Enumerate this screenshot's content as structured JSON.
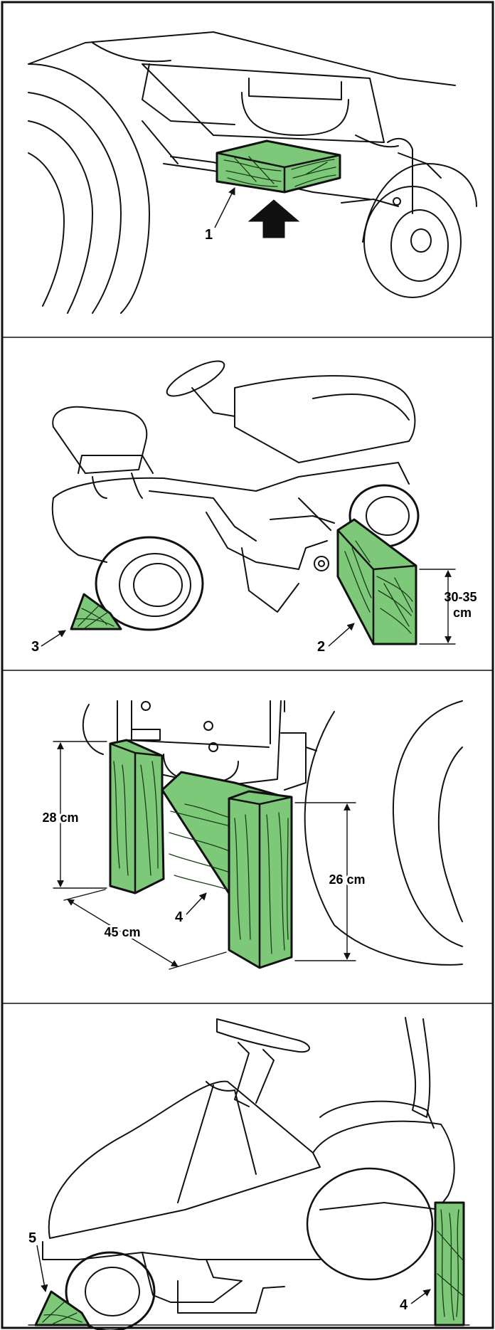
{
  "colors": {
    "wood": "#7ec87a",
    "line": "#111111",
    "background": "#ffffff"
  },
  "panels": [
    {
      "labels": [
        {
          "text": "1"
        }
      ]
    },
    {
      "labels": [
        {
          "text": "3"
        },
        {
          "text": "2"
        }
      ],
      "dimension": "30-35\ncm"
    },
    {
      "labels": [
        {
          "text": "4"
        }
      ],
      "dimensions": [
        {
          "text": "28 cm"
        },
        {
          "text": "45 cm"
        },
        {
          "text": "26 cm"
        }
      ]
    },
    {
      "labels": [
        {
          "text": "5"
        },
        {
          "text": "4"
        }
      ]
    }
  ],
  "icons": [
    "up-arrow-icon",
    "leader-arrow-icon"
  ]
}
